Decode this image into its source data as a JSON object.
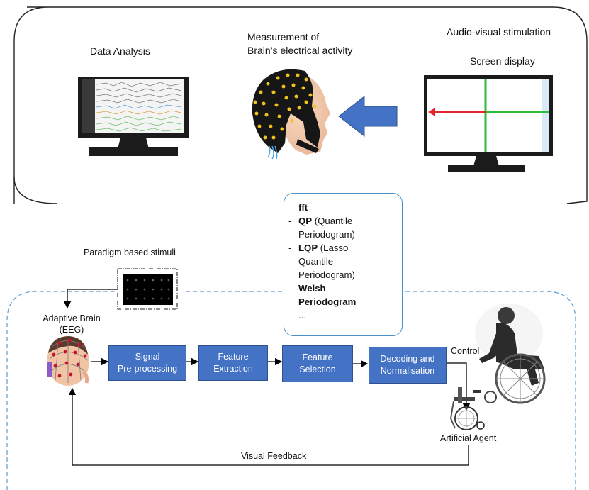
{
  "top_panel": {
    "data_analysis_label": "Data Analysis",
    "measurement_label_line1": "Measurement of",
    "measurement_label_line2": "Brain’s electrical activity",
    "stimulation_label": "Audio-visual stimulation",
    "screen_display_label": "Screen display"
  },
  "methods": [
    {
      "bold": "fft",
      "rest": ""
    },
    {
      "bold": "QP",
      "rest": " (Quantile"
    },
    {
      "bold": "",
      "rest": "Periodogram)"
    },
    {
      "bold": "LQP",
      "rest": " (Lasso"
    },
    {
      "bold": "",
      "rest": "Quantile"
    },
    {
      "bold": "",
      "rest": "Periodogram)"
    },
    {
      "bold": "Welsh",
      "rest": ""
    },
    {
      "bold": "Periodogram",
      "rest": ""
    },
    {
      "bold": "",
      "rest": "..."
    }
  ],
  "method_dash_rows": [
    true,
    true,
    false,
    true,
    false,
    false,
    true,
    false,
    true
  ],
  "paradigm_label": "Paradigm based stimuli",
  "adaptive_brain_line1": "Adaptive Brain",
  "adaptive_brain_line2": "(EEG)",
  "blocks": {
    "signal_line1": "Signal",
    "signal_line2": "Pre-processing",
    "feature_extraction_line1": "Feature",
    "feature_extraction_line2": "Extraction",
    "feature_selection_line1": "Feature",
    "feature_selection_line2": "Selection",
    "decoding_line1": "Decoding and",
    "decoding_line2": "Normalisation"
  },
  "control_label": "Control",
  "artificial_agent_label": "Artificial Agent",
  "visual_feedback_label": "Visual Feedback",
  "colors": {
    "block_fill": "#4472c4",
    "dashed_border": "#5b9bd5",
    "arrow_blue": "#4472c4",
    "screen_red": "#e0242b",
    "screen_green": "#2ebd3a"
  }
}
